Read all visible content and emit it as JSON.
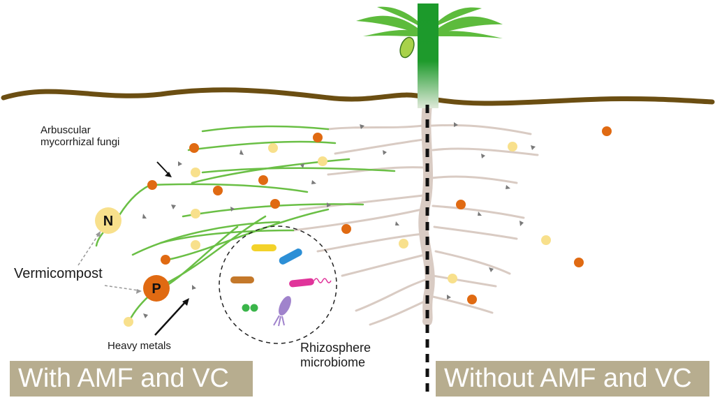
{
  "labels": {
    "amf_line1": "Arbuscular",
    "amf_line2": "mycorrhizal fungi",
    "vermicompost": "Vermicompost",
    "heavy_metals": "Heavy metals",
    "rhizosphere_line1": "Rhizosphere",
    "rhizosphere_line2": "microbiome"
  },
  "nutrients": {
    "n_symbol": "N",
    "p_symbol": "P"
  },
  "banners": {
    "with": "With AMF and VC",
    "without": "Without AMF and VC"
  },
  "colors": {
    "soil_line": "#6b4e12",
    "plant_green": "#1e9a2c",
    "leaf_green": "#5dbb3c",
    "root": "#d9cbc3",
    "fungi_hyphae": "#6abf45",
    "orange_nutrient": "#e06a12",
    "yellow_nutrient": "#f8e08c",
    "heavy_metal": "#7a7a7a",
    "banner": "#b7ad8f"
  }
}
